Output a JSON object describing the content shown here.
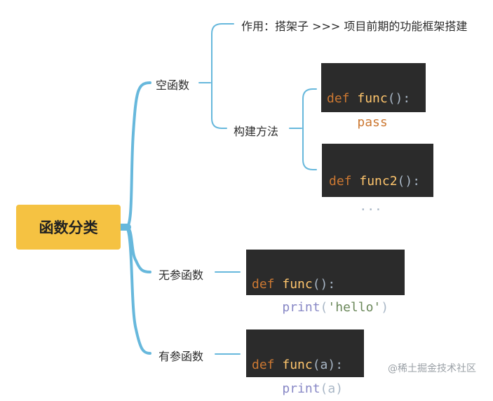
{
  "root": {
    "label": "函数分类"
  },
  "branches": [
    {
      "label": "空函数"
    },
    {
      "label": "无参函数"
    },
    {
      "label": "有参函数"
    }
  ],
  "empty_function": {
    "purpose": "作用：搭架子  >>> 项目前期的功能框架搭建",
    "build_label": "构建方法"
  },
  "code_blocks": {
    "pass_def": {
      "kw": "def",
      "name": "func",
      "paren": "():",
      "body": "pass"
    },
    "ellipsis_def": {
      "kw": "def",
      "name": "func2",
      "paren": "():",
      "body": "..."
    },
    "noarg_def": {
      "kw": "def",
      "name": "func",
      "paren": "():",
      "call": "print",
      "arg": "'hello'"
    },
    "arg_def": {
      "kw": "def",
      "name": "func",
      "paren": "(a):",
      "call": "print",
      "arg": "(a)"
    }
  },
  "colors": {
    "connector": "#67b8dc",
    "root_fill": "#f5c242",
    "code_bg": "#2b2b2b",
    "keyword": "#cc7832",
    "function_name": "#ffc66d",
    "builtin": "#8888c6",
    "string": "#6a8759"
  },
  "watermark": "@稀土掘金技术社区"
}
